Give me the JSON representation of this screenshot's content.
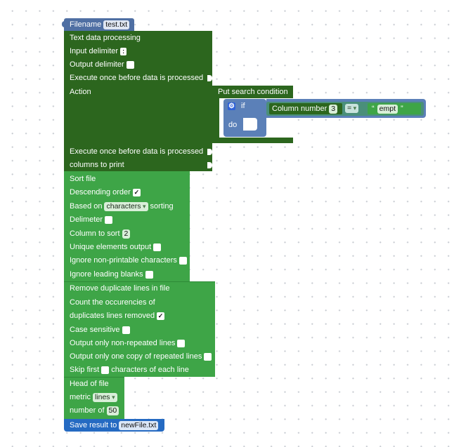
{
  "colors": {
    "io_block": "#4a6fa5",
    "text_processing": "#2c661e",
    "sort_block": "#3ea547",
    "logic_if": "#5b80b8",
    "save_block": "#256ac2"
  },
  "filename_block": {
    "label": "Filename",
    "value": "test.txt"
  },
  "text_processing": {
    "title": "Text data processing",
    "input_delimiter_label": "Input delimiter",
    "input_delimiter_value": ":",
    "output_delimiter_label": "Output delimiter",
    "output_delimiter_value": "",
    "execute_before_label": "Execute once before data is processed",
    "action_label": "Action",
    "execute_before_label_2": "Execute once before data is processed",
    "columns_to_print_label": "columns to print"
  },
  "search_condition": {
    "title": "Put search condition",
    "if_label": "if",
    "do_label": "do",
    "column_number_label": "Column number",
    "column_number_value": "3",
    "operator": "=",
    "open_quote": "“",
    "text_value": "empt",
    "close_quote": "”",
    "settings_icon": "gear-icon"
  },
  "sort_file": {
    "title": "Sort file",
    "descending_label": "Descending order",
    "descending_checked": "✓",
    "based_on_label": "Based on",
    "based_on_value": "characters",
    "sorting_label": "sorting",
    "delimiter_label": "Delimeter",
    "column_to_sort_label": "Column to sort",
    "column_to_sort_value": "2",
    "unique_label": "Unique elements output",
    "ignore_nonprintable_label": "Ignore non-printable characters",
    "ignore_blanks_label": "Ignore leading blanks"
  },
  "remove_duplicates": {
    "title": "Remove duplicate lines in file",
    "count_label": "Count the occurencies of",
    "duplicates_removed_label": "duplicates lines removed",
    "duplicates_checked": "✓",
    "case_sensitive_label": "Case sensitive",
    "non_repeated_label": "Output only non-repeated lines",
    "one_copy_label": "Output only one copy of repeated lines",
    "skip_first_label": "Skip first",
    "skip_first_suffix": "characters of each line"
  },
  "head_of_file": {
    "title": "Head of file",
    "metric_label": "metric",
    "metric_value": "lines",
    "number_of_label": "number of",
    "number_of_value": "50"
  },
  "save_result": {
    "label": "Save result to",
    "value": "newFile.txt"
  }
}
